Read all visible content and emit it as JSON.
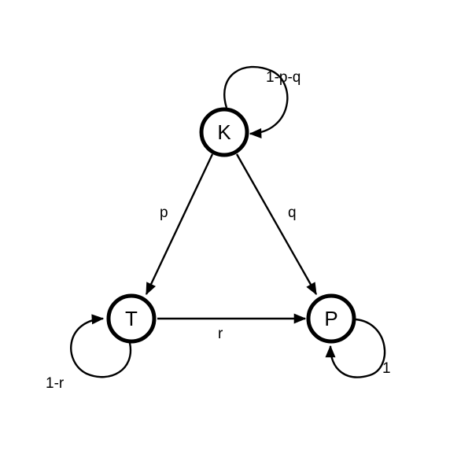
{
  "nodes": {
    "k": {
      "label": "K"
    },
    "t": {
      "label": "T"
    },
    "p": {
      "label": "P"
    }
  },
  "edges": {
    "k_self": {
      "label": "1-p-q"
    },
    "k_to_t": {
      "label": "p"
    },
    "k_to_p": {
      "label": "q"
    },
    "t_to_p": {
      "label": "r"
    },
    "t_self": {
      "label": "1-r"
    },
    "p_self": {
      "label": "1"
    }
  },
  "colors": {
    "stroke": "#000000",
    "background": "#ffffff"
  }
}
